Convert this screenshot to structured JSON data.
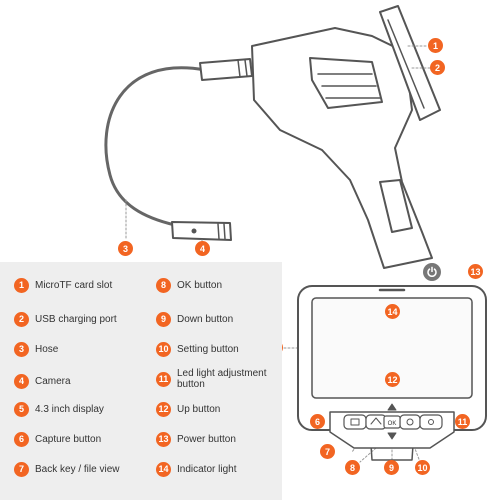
{
  "colors": {
    "accent": "#f26522",
    "device_line": "#555555",
    "panel_bg": "#eeeeee"
  },
  "legend": [
    {
      "num": "1",
      "label": "MicroTF card slot"
    },
    {
      "num": "2",
      "label": "USB charging port"
    },
    {
      "num": "3",
      "label": "Hose"
    },
    {
      "num": "4",
      "label": "Camera"
    },
    {
      "num": "5",
      "label": "4.3 inch display"
    },
    {
      "num": "6",
      "label": "Capture button"
    },
    {
      "num": "7",
      "label": "Back key / file view"
    },
    {
      "num": "8",
      "label": "OK button"
    },
    {
      "num": "9",
      "label": "Down button"
    },
    {
      "num": "10",
      "label": "Setting button"
    },
    {
      "num": "11",
      "label": "Led light adjustment button"
    },
    {
      "num": "12",
      "label": "Up button"
    },
    {
      "num": "13",
      "label": "Power button"
    },
    {
      "num": "14",
      "label": "Indicator light"
    }
  ],
  "device_labels": {
    "ok_key": "OK"
  },
  "icons": [
    "power-icon",
    "camera-icon",
    "back-icon",
    "up-arrow-icon",
    "down-arrow-icon",
    "settings-icon",
    "led-icon"
  ]
}
